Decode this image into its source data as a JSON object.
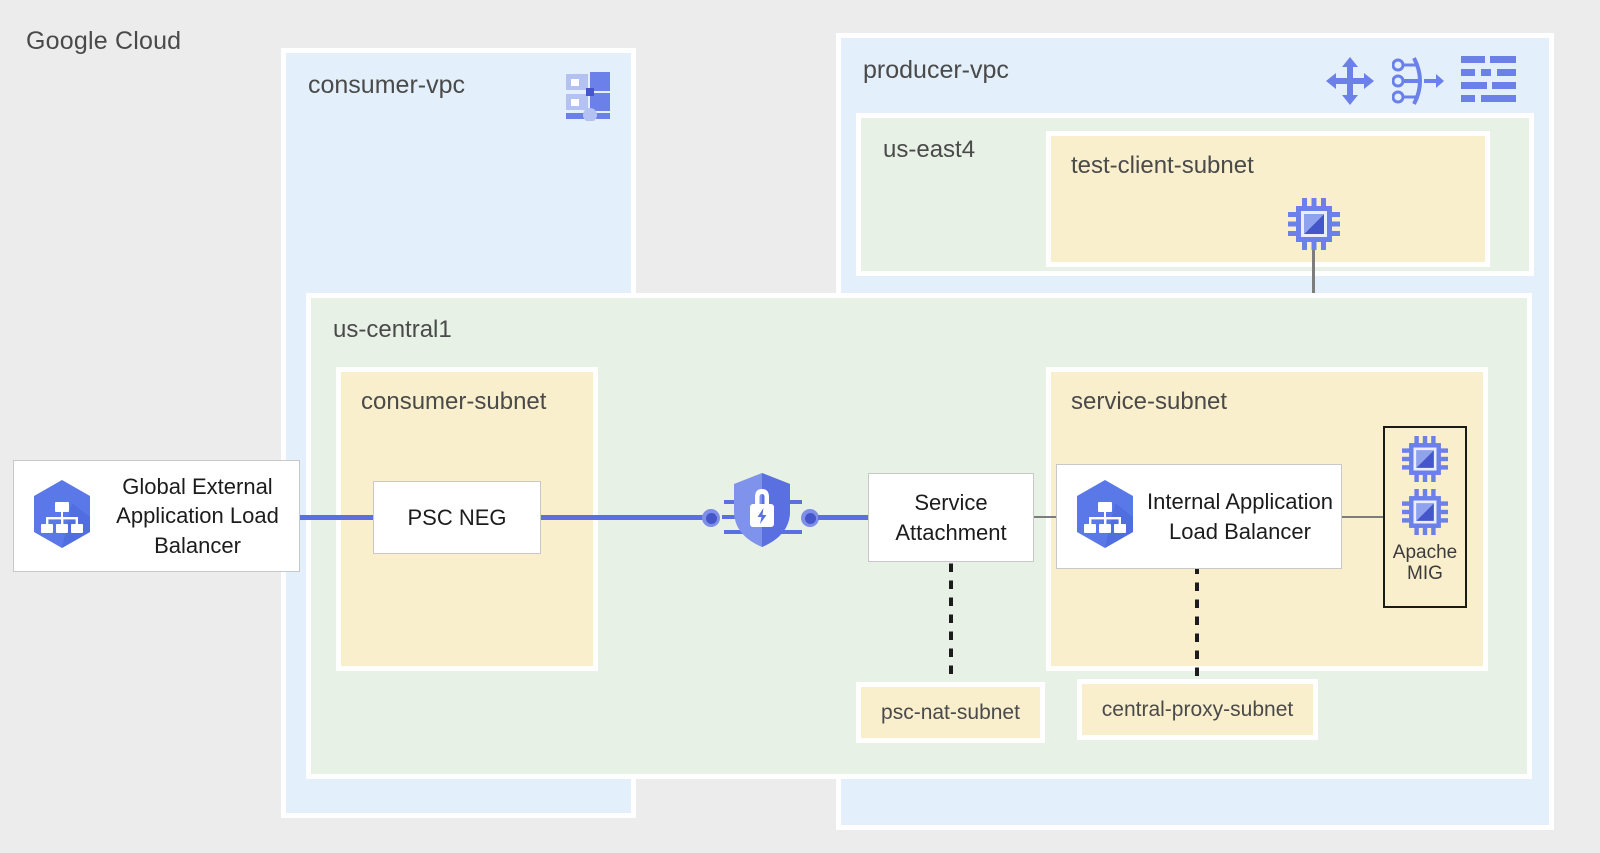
{
  "diagram": {
    "title": "Google Cloud",
    "type": "architecture-diagram"
  },
  "colors": {
    "canvas": "#ececec",
    "vpc_fill": "#e3effb",
    "region_fill": "#e8f1e6",
    "subnet_fill": "#f9efcd",
    "node_fill": "#ffffff",
    "accent_blue": "#5a6fe0",
    "icon_blue": "#6b80e8",
    "connector_gray": "#7d7d7d",
    "text_dark": "#1c1c1c",
    "text_muted": "#4a4a4a"
  },
  "containers": {
    "consumer_vpc": {
      "label": "consumer-vpc",
      "icon": "vpc-network-icon"
    },
    "producer_vpc": {
      "label": "producer-vpc",
      "icons": [
        "cloud-router-icon",
        "load-balancer-icon",
        "subnetwork-icon"
      ]
    },
    "us_central1": {
      "label": "us-central1"
    },
    "us_east4": {
      "label": "us-east4"
    }
  },
  "subnets": {
    "consumer_subnet": {
      "label": "consumer-subnet"
    },
    "service_subnet": {
      "label": "service-subnet"
    },
    "test_client_subnet": {
      "label": "test-client-subnet"
    },
    "psc_nat_subnet": {
      "label": "psc-nat-subnet"
    },
    "central_proxy_subnet": {
      "label": "central-proxy-subnet"
    }
  },
  "nodes": {
    "global_external_lb": {
      "label": "Global External Application Load Balancer",
      "lines": [
        "Global External",
        "Application Load",
        "Balancer"
      ],
      "icon": "load-balancer-hexagon-icon"
    },
    "psc_neg": {
      "label": "PSC NEG"
    },
    "service_attachment": {
      "label": "Service Attachment",
      "lines": [
        "Service",
        "Attachment"
      ]
    },
    "internal_app_lb": {
      "label": "Internal Application Load Balancer",
      "lines": [
        "Internal Application",
        "Load Balancer"
      ],
      "icon": "load-balancer-hexagon-icon"
    },
    "apache_mig": {
      "label": "Apache MIG",
      "lines": [
        "Apache",
        "MIG"
      ],
      "instances": 2,
      "icon": "vm-instance-icon"
    },
    "test_client_vm": {
      "icon": "vm-instance-icon"
    },
    "private_service_connect": {
      "label": "Private Service Connect",
      "icon": "shield-lock-icon"
    }
  },
  "connections": [
    {
      "from": "global_external_lb",
      "to": "psc_neg",
      "style": "solid-blue"
    },
    {
      "from": "psc_neg",
      "to": "private_service_connect",
      "style": "solid-blue"
    },
    {
      "from": "private_service_connect",
      "to": "service_attachment",
      "style": "solid-blue"
    },
    {
      "from": "service_attachment",
      "to": "internal_app_lb",
      "style": "solid-gray"
    },
    {
      "from": "internal_app_lb",
      "to": "apache_mig",
      "style": "solid-gray"
    },
    {
      "from": "test_client_vm",
      "to": "internal_app_lb",
      "style": "arrow-gray"
    },
    {
      "from": "service_attachment",
      "to": "psc_nat_subnet",
      "style": "dotted"
    },
    {
      "from": "internal_app_lb",
      "to": "central_proxy_subnet",
      "style": "dotted"
    }
  ]
}
